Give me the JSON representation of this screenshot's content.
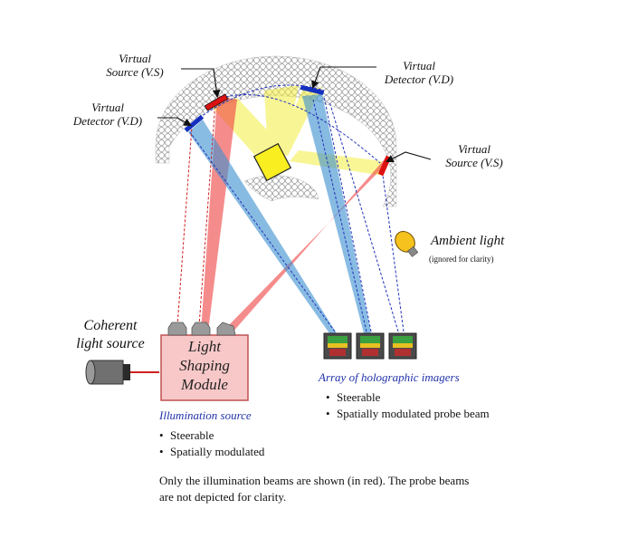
{
  "labels": {
    "virtual_source_top": [
      "Virtual",
      "Source (V.S)"
    ],
    "virtual_detector_left": [
      "Virtual",
      "Detector (V.D)"
    ],
    "virtual_detector_right": [
      "Virtual",
      "Detector (V.D)"
    ],
    "virtual_source_right": [
      "Virtual",
      "Source (V.S)"
    ],
    "ambient_light": "Ambient light",
    "ambient_note": "(ignored for clarity)",
    "coherent_light_source": [
      "Coherent",
      "light source"
    ],
    "light_shaping_module": [
      "Light",
      "Shaping",
      "Module"
    ],
    "array_of_imagers": "Array of holographic imagers",
    "illumination_source": "Illumination source"
  },
  "imager_bullets": [
    "Steerable",
    "Spatially modulated probe beam"
  ],
  "illumination_bullets": [
    "Steerable",
    "Spatially modulated"
  ],
  "caption": [
    "Only the illumination beams are shown (in red). The probe beams",
    "are not depicted for clarity."
  ],
  "colors": {
    "illumination_beam": "#f04040",
    "probe_beam": "#3a8fd0",
    "scattered_light": "#f4ee40",
    "virtual_source": "#dd1111",
    "virtual_detector": "#1530c0",
    "module_fill": "#f8c8c8",
    "target": "#f8ee20"
  },
  "icons": [
    "light-bulb-icon",
    "laser-icon",
    "holographic-imager-icon",
    "emitter-icon"
  ]
}
